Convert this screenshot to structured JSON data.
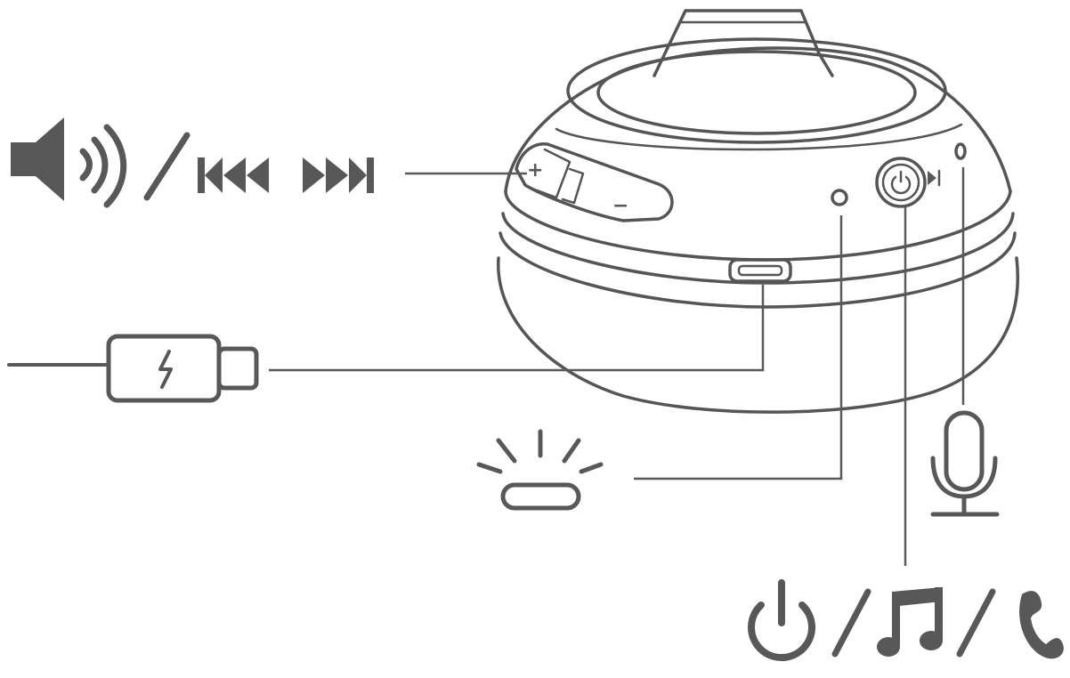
{
  "figure": {
    "type": "headphone-earcup-controls-diagram",
    "colors": {
      "line": "#555555",
      "icon": "#585858",
      "background": "#ffffff"
    }
  },
  "earcup": {
    "volume_plus_symbol": "+",
    "volume_minus_symbol": "−"
  },
  "callouts": [
    {
      "id": "volume-track",
      "icons": [
        "speaker-volume-icon",
        "previous-track-icon",
        "next-track-icon"
      ]
    },
    {
      "id": "charging",
      "icons": [
        "usb-charging-plug-icon"
      ]
    },
    {
      "id": "led",
      "icons": [
        "led-indicator-light-icon"
      ]
    },
    {
      "id": "power-play-call",
      "icons": [
        "power-icon",
        "music-note-icon",
        "phone-handset-icon"
      ]
    },
    {
      "id": "microphone",
      "icons": [
        "microphone-icon"
      ]
    }
  ],
  "separator_symbol": "/"
}
